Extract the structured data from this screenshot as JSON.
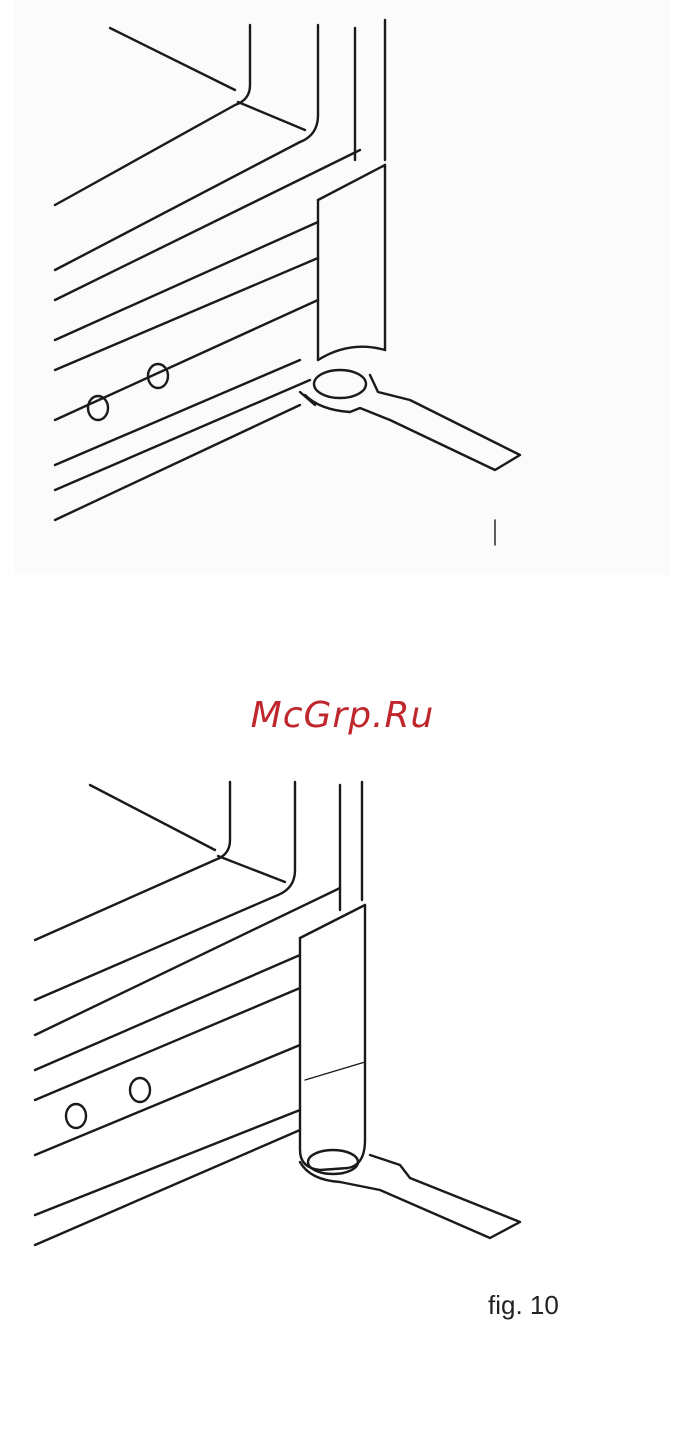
{
  "watermark": {
    "text": "McGrp.Ru",
    "color": "#c0272d"
  },
  "caption": {
    "text": "fig. 10"
  },
  "figures": [
    {
      "name": "appliance-base-foot-turned-out",
      "icon": "appliance-foot-drawing"
    },
    {
      "name": "appliance-base-foot-adjusted",
      "icon": "appliance-foot-drawing"
    }
  ]
}
